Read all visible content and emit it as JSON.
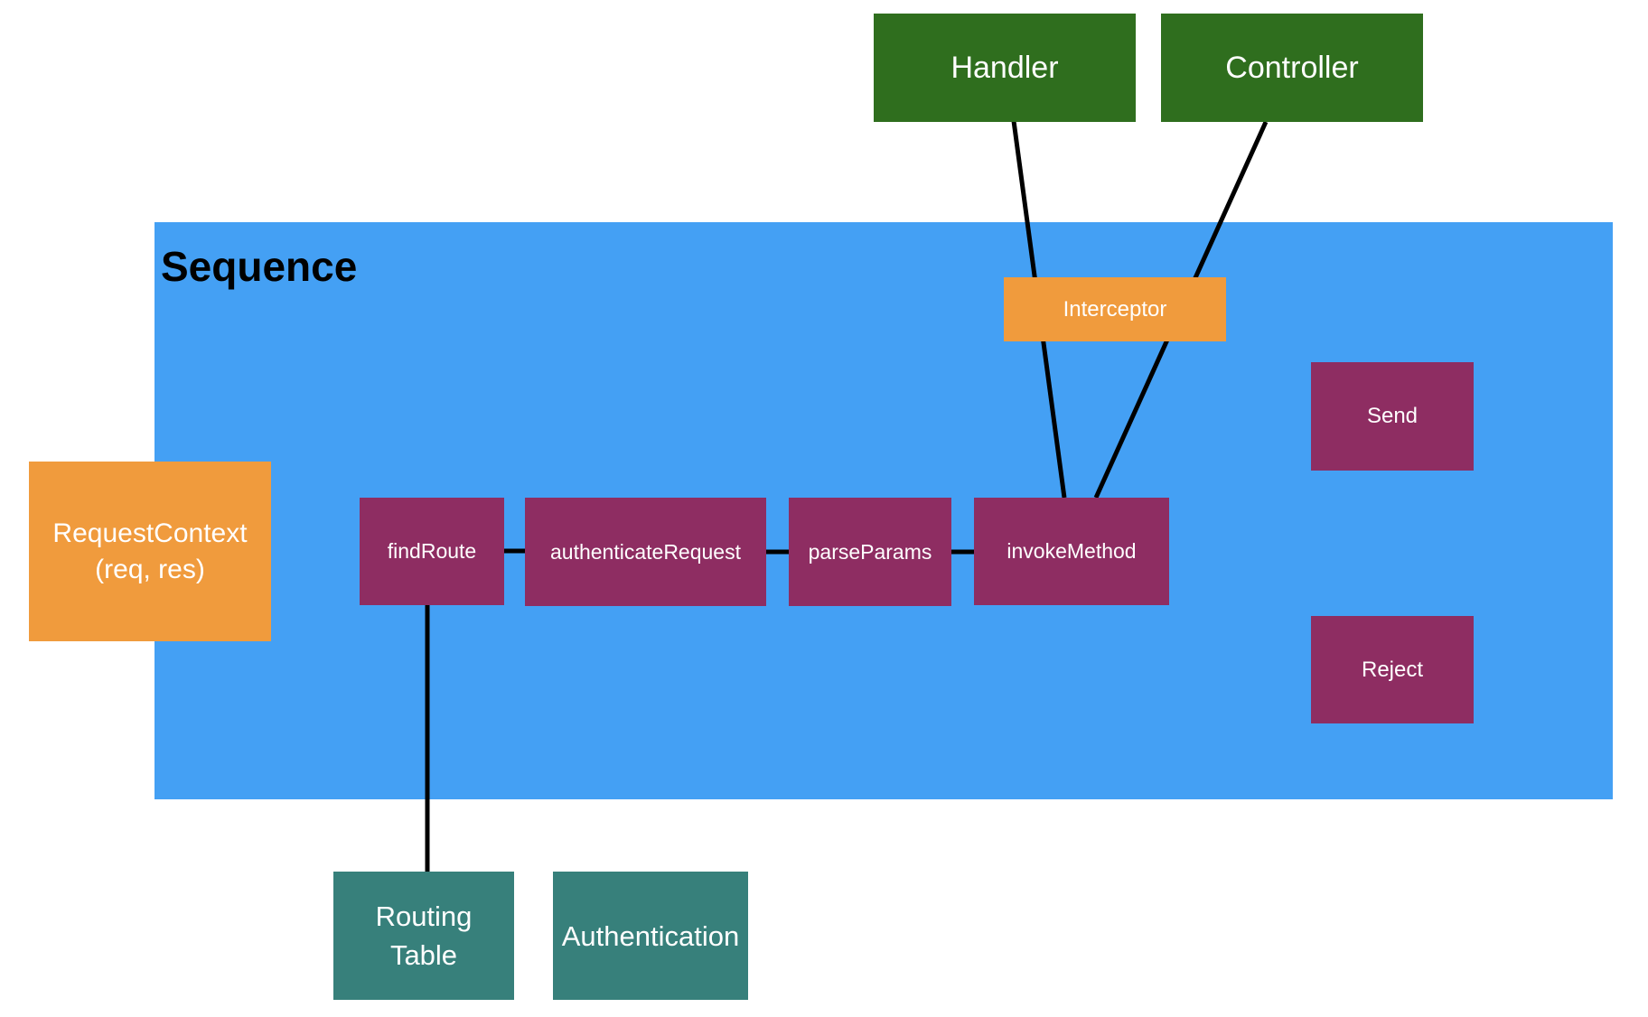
{
  "diagram": {
    "title": "Sequence",
    "nodes": {
      "handler": {
        "label": "Handler"
      },
      "controller": {
        "label": "Controller"
      },
      "interceptor": {
        "label": "Interceptor"
      },
      "request_context": {
        "lines": [
          "RequestContext",
          "(req, res)"
        ]
      },
      "find_route": {
        "label": "findRoute"
      },
      "authenticate_request": {
        "label": "authenticateRequest"
      },
      "parse_params": {
        "label": "parseParams"
      },
      "invoke_method": {
        "label": "invokeMethod"
      },
      "send": {
        "label": "Send"
      },
      "reject": {
        "label": "Reject"
      },
      "routing_table": {
        "lines": [
          "Routing",
          "Table"
        ]
      },
      "authentication": {
        "label": "Authentication"
      }
    },
    "connectors": [
      "handler-to-invokeMethod",
      "controller-to-invokeMethod",
      "findRoute-to-authenticateRequest",
      "authenticateRequest-to-parseParams",
      "parseParams-to-invokeMethod",
      "findRoute-to-routingTable"
    ],
    "colors": {
      "background": "#FFFFFF",
      "sequence_fill": "#44A0F4",
      "action_fill": "#8E2D62",
      "external_fill": "#2F6E1E",
      "context_fill": "#F09B3D",
      "registry_fill": "#37807B",
      "connector": "#000000",
      "title_text": "#000000",
      "node_text": "#FFFFFF"
    }
  }
}
